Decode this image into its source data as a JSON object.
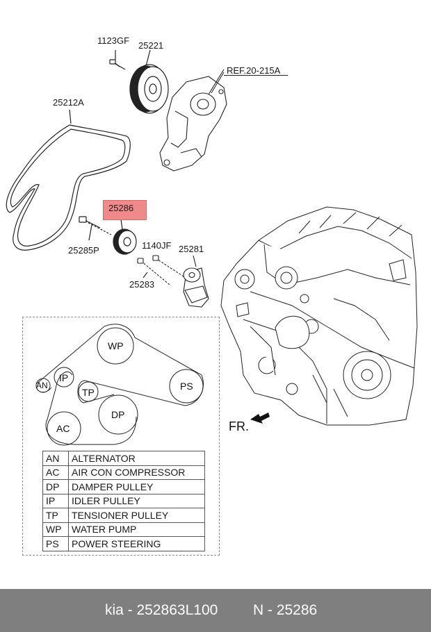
{
  "labels": {
    "bolt_top": "1123GF",
    "water_pump_pulley": "25221",
    "reference": "REF.20-215A",
    "belt": "25212A",
    "idler_pulley_highlight": "25286",
    "bolt_idler": "25285P",
    "bolt_tensioner_a": "1140JF",
    "tensioner": "25281",
    "bolt_tensioner_b": "25283"
  },
  "belt_layout": {
    "pulleys": [
      {
        "code": "WP"
      },
      {
        "code": "PS"
      },
      {
        "code": "DP"
      },
      {
        "code": "AC"
      },
      {
        "code": "TP"
      },
      {
        "code": "IP"
      },
      {
        "code": "AN"
      }
    ]
  },
  "legend": [
    {
      "code": "AN",
      "name": "ALTERNATOR"
    },
    {
      "code": "AC",
      "name": "AIR CON COMPRESSOR"
    },
    {
      "code": "DP",
      "name": "DAMPER PULLEY"
    },
    {
      "code": "IP",
      "name": "IDLER PULLEY"
    },
    {
      "code": "TP",
      "name": "TENSIONER PULLEY"
    },
    {
      "code": "WP",
      "name": "WATER PUMP"
    },
    {
      "code": "PS",
      "name": "POWER STEERING"
    }
  ],
  "front_marker": "FR.",
  "footer": {
    "part_ref": "kia - 252863L100",
    "number_ref": "N - 25286"
  },
  "colors": {
    "highlight": "#f08a8a",
    "footer_bg": "#7f7f7f"
  }
}
